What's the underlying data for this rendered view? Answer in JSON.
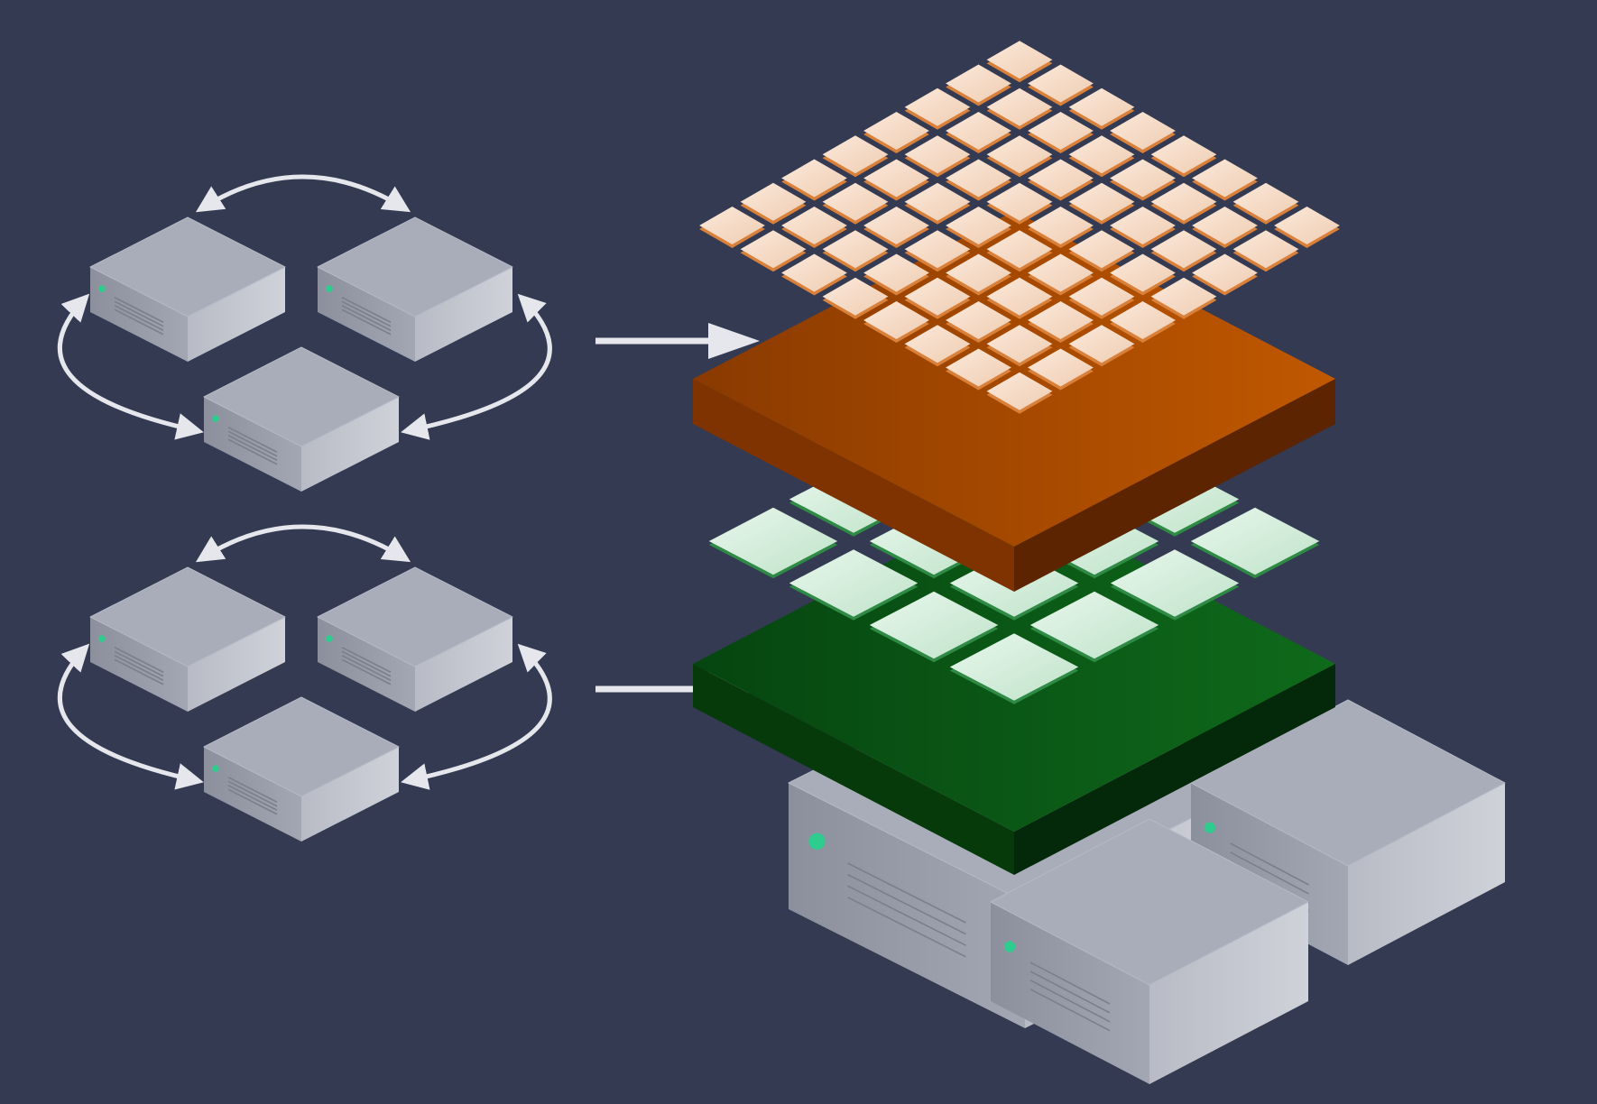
{
  "colors": {
    "background": "#333a52",
    "server_top": "#a9adba",
    "server_left": "#9599a6",
    "server_right": "#c4c7d0",
    "server_vent": "#7b7f8c",
    "led": "#2ecc8f",
    "arrow": "#e6e7ec",
    "orange_top": "#b04d00",
    "orange_left": "#7e3300",
    "orange_right": "#5c2400",
    "orange_tile": "#f6dcc8",
    "green_top": "#0d5a16",
    "green_left": "#063a0b",
    "green_right": "#04290a",
    "green_tile": "#d4eedb"
  },
  "left_clusters": [
    {
      "name": "cluster-top",
      "servers": 3
    },
    {
      "name": "cluster-bottom",
      "servers": 3
    }
  ],
  "right_stack": {
    "orange_grid": {
      "rows": 8,
      "cols": 8
    },
    "green_grid": {
      "rows": 4,
      "cols": 4
    },
    "base_servers": 3
  }
}
